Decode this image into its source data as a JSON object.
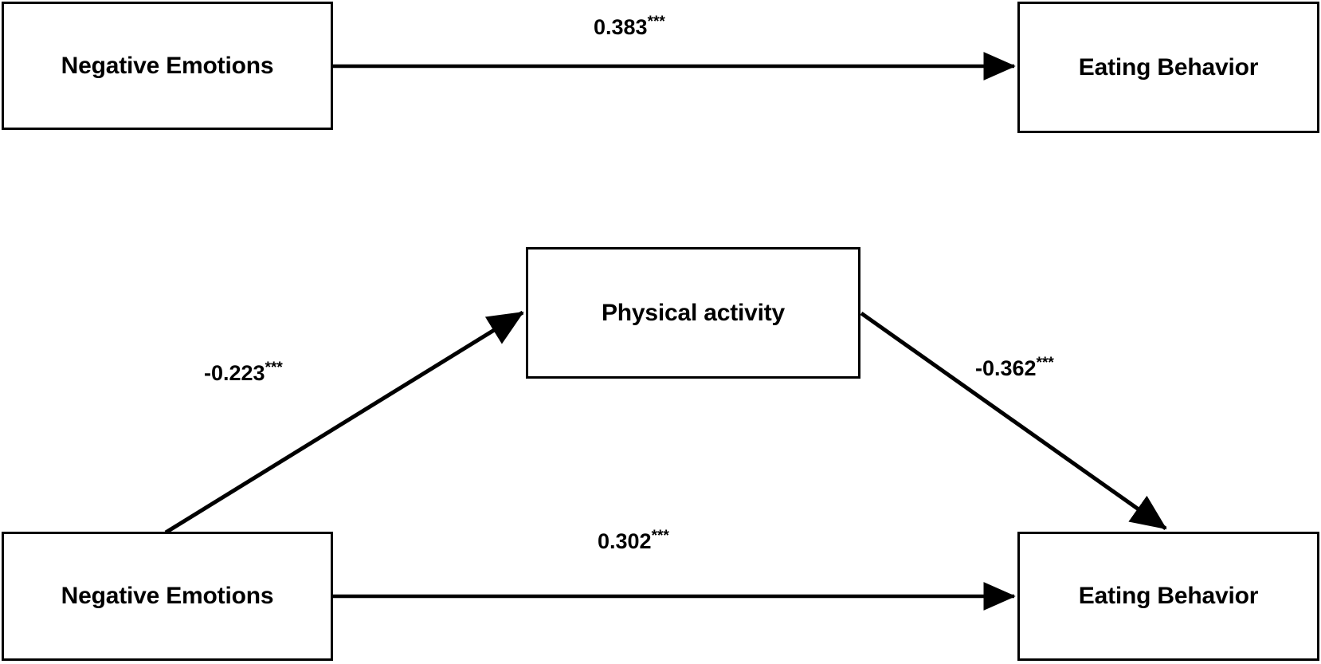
{
  "figure": {
    "type": "mediation-path-diagram",
    "panels": [
      {
        "id": "total-effect-model",
        "nodes": [
          {
            "id": "ne-top",
            "label": "Negative Emotions"
          },
          {
            "id": "eb-top",
            "label": "Eating Behavior"
          }
        ],
        "edges": [
          {
            "id": "direct-top",
            "from": "ne-top",
            "to": "eb-top",
            "coefficient": "0.383",
            "significance": "***",
            "label": "0.383***"
          }
        ]
      },
      {
        "id": "mediation-model",
        "nodes": [
          {
            "id": "ne-bottom",
            "label": "Negative Emotions"
          },
          {
            "id": "pa",
            "label": "Physical activity"
          },
          {
            "id": "eb-bottom",
            "label": "Eating Behavior"
          }
        ],
        "edges": [
          {
            "id": "a-path",
            "from": "ne-bottom",
            "to": "pa",
            "coefficient": "-0.223",
            "significance": "***",
            "label": "-0.223***"
          },
          {
            "id": "b-path",
            "from": "pa",
            "to": "eb-bottom",
            "coefficient": "-0.362",
            "significance": "***",
            "label": "-0.362***"
          },
          {
            "id": "direct-bottom",
            "from": "ne-bottom",
            "to": "eb-bottom",
            "coefficient": "0.302",
            "significance": "***",
            "label": "0.302***"
          }
        ]
      }
    ],
    "colors": {
      "stroke": "#000000",
      "background": "#ffffff",
      "text": "#000000"
    }
  }
}
